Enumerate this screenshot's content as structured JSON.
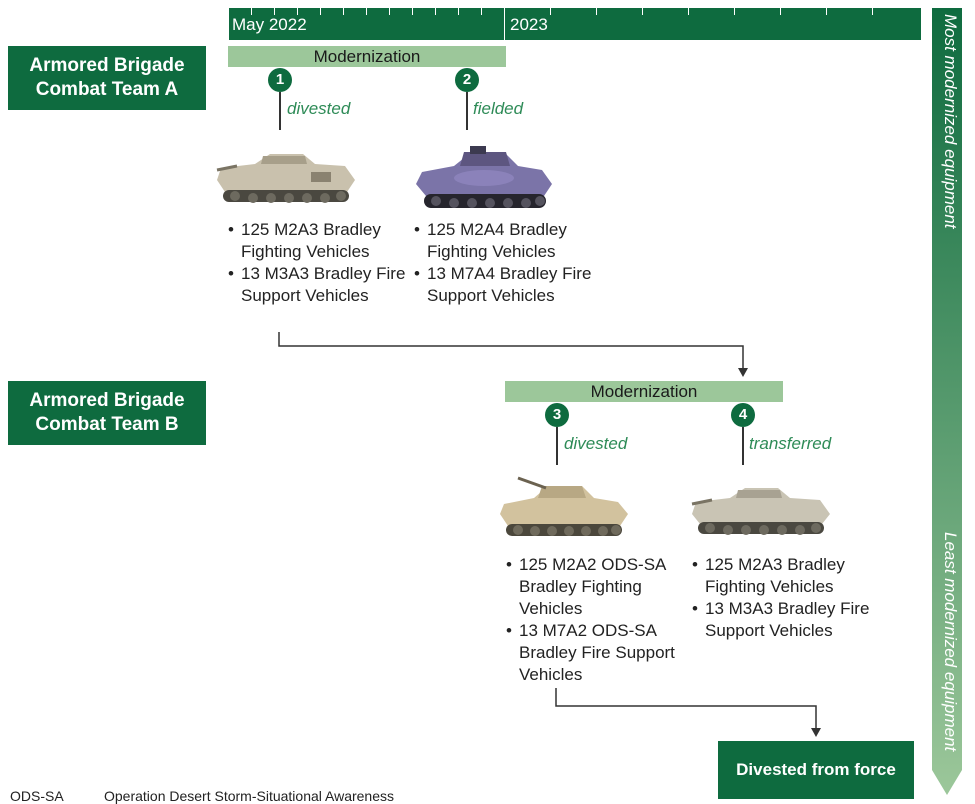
{
  "timeline": {
    "start_label": "May 2022",
    "mid_label": "2023"
  },
  "side_arrow": {
    "top_label": "Most modernized equipment",
    "bottom_label": "Least modernized equipment"
  },
  "teams": [
    {
      "name": "Armored Brigade Combat Team A",
      "line1": "Armored Brigade",
      "line2": "Combat Team A"
    },
    {
      "name": "Armored Brigade Combat Team B",
      "line1": "Armored Brigade",
      "line2": "Combat Team B"
    }
  ],
  "modernization_label": "Modernization",
  "steps": [
    {
      "number": "1",
      "status": "divested",
      "vehicle_icon": "bradley-m2a3-icon",
      "bullets": [
        "125 M2A3 Bradley Fighting Vehicles",
        "13 M3A3 Bradley Fire Support Vehicles"
      ]
    },
    {
      "number": "2",
      "status": "fielded",
      "vehicle_icon": "bradley-m2a4-icon",
      "bullets": [
        "125 M2A4 Bradley Fighting Vehicles",
        "13 M7A4 Bradley Fire Support Vehicles"
      ]
    },
    {
      "number": "3",
      "status": "divested",
      "vehicle_icon": "bradley-m2a2-icon",
      "bullets": [
        "125 M2A2 ODS-SA Bradley Fighting Vehicles",
        "13 M7A2 ODS-SA Bradley Fire Support Vehicles"
      ]
    },
    {
      "number": "4",
      "status": "transferred",
      "vehicle_icon": "bradley-m2a3-icon",
      "bullets": [
        "125 M2A3 Bradley Fighting Vehicles",
        "13 M3A3 Bradley Fire Support Vehicles"
      ]
    }
  ],
  "divested_box": "Divested from force",
  "footnote": {
    "abbr": "ODS-SA",
    "definition": "Operation Desert Storm-Situational Awareness"
  },
  "colors": {
    "dark_green": "#0e6b3f",
    "light_green": "#9cc79a",
    "status_green": "#2e8b57"
  }
}
